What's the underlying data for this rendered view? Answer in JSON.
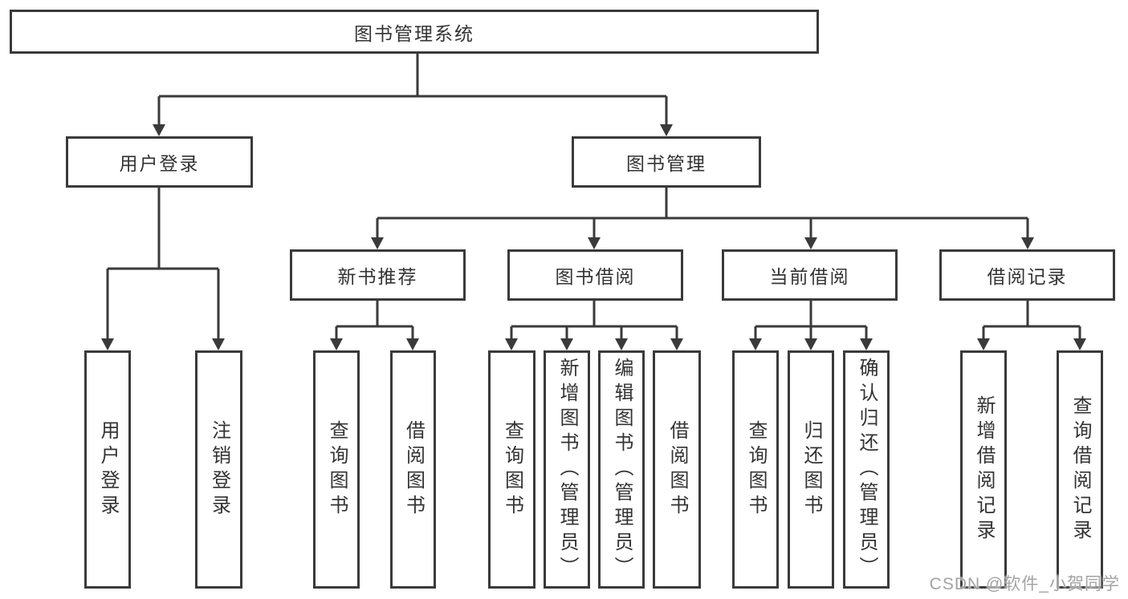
{
  "diagram": {
    "tree": {
      "label": "图书管理系统",
      "children": [
        {
          "label": "用户登录",
          "children": [
            {
              "label": "用户登录"
            },
            {
              "label": "注销登录"
            }
          ]
        },
        {
          "label": "图书管理",
          "children": [
            {
              "label": "新书推荐",
              "children": [
                {
                  "label": "查询图书"
                },
                {
                  "label": "借阅图书"
                }
              ]
            },
            {
              "label": "图书借阅",
              "children": [
                {
                  "label": "查询图书"
                },
                {
                  "label": "新增图书（管理员）"
                },
                {
                  "label": "编辑图书（管理员）"
                },
                {
                  "label": "借阅图书"
                }
              ]
            },
            {
              "label": "当前借阅",
              "children": [
                {
                  "label": "查询图书"
                },
                {
                  "label": "归还图书"
                },
                {
                  "label": "确认归还（管理员）"
                }
              ]
            },
            {
              "label": "借阅记录",
              "children": [
                {
                  "label": "新增借阅记录"
                },
                {
                  "label": "查询借阅记录"
                }
              ]
            }
          ]
        }
      ]
    },
    "colors": {
      "line": "#3a3a3a",
      "text": "#333333",
      "watermark": "#9e9e9e"
    }
  },
  "watermark": {
    "text": "CSDN @软件_小贺同学"
  }
}
